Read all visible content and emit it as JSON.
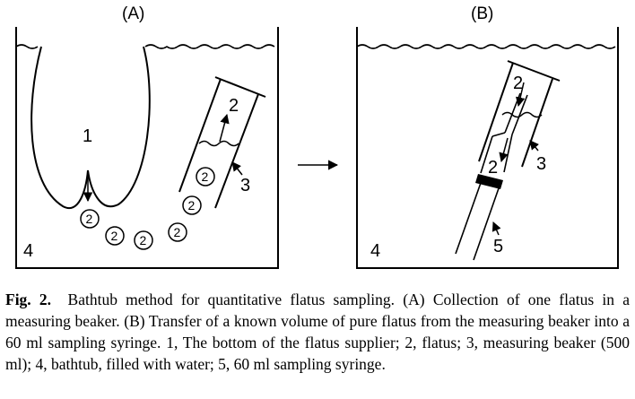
{
  "figure": {
    "panel_a_label": "(A)",
    "panel_b_label": "(B)",
    "labels_a": {
      "supplier": "1",
      "flatus": "2",
      "beaker": "3",
      "bathtub": "4"
    },
    "labels_b": {
      "flatus_top": "2",
      "flatus_syringe": "2",
      "beaker": "3",
      "bathtub": "4",
      "syringe": "5"
    },
    "bubble_text": "2"
  },
  "caption": {
    "label": "Fig. 2.",
    "text": "Bathtub method for quantitative flatus sampling. (A) Collection of one flatus in a measuring beaker. (B) Transfer of a known volume of pure flatus from the measuring beaker into a 60 ml sampling syringe. 1, The bottom of the flatus supplier; 2, flatus; 3, measuring beaker (500 ml); 4, bathtub, filled with water; 5, 60 ml sampling syringe."
  }
}
